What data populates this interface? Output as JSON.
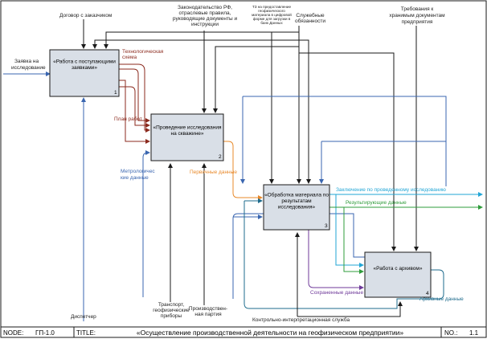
{
  "colors": {
    "box_fill": "#d9dfe7",
    "black": "#1a1a1a",
    "blue": "#3a66b0",
    "brown": "#8b2a1e",
    "orange": "#e8892a",
    "cyan": "#22a6d6",
    "green": "#2f9c3b",
    "purple": "#6f3a9a",
    "teal": "#1e6b8c"
  },
  "boxes": [
    {
      "lines": [
        "«Работа с поступающими",
        "заявками»"
      ],
      "num": "1"
    },
    {
      "lines": [
        "«Проведение исследования",
        "на скважине»"
      ],
      "num": "2"
    },
    {
      "lines": [
        "«Обработка материала по",
        "результатам",
        "исследования»"
      ],
      "num": "3"
    },
    {
      "lines": [
        "«Работа с архивом»"
      ],
      "num": "4"
    }
  ],
  "labels": {
    "zayavka": [
      "Заявка на",
      "исследование"
    ],
    "dogovor": "Договор с заказчиком",
    "zakon": [
      "Законодательство РФ,",
      "отраслевые правила,",
      "руководящие документы и",
      "инструкции"
    ],
    "tz": [
      "ТЗ на предоставление",
      "геофизического",
      "материала в цифровой",
      "форме для загрузки в",
      "банк Данных"
    ],
    "sluzh": [
      "Служебные",
      "обязанности"
    ],
    "treb": [
      "Требования к",
      "хранимым документам",
      "предприятия"
    ],
    "tech": [
      "Технологическая",
      "схема"
    ],
    "plan": "План работ",
    "metro": [
      "Метрологичес",
      "кие данные"
    ],
    "perv": "Первичные данные",
    "zakl": "Заключение по проведенному исследованию",
    "result": "Результирующие данные",
    "sohr": "Сохраненные данные",
    "arch": "Архивные данные",
    "dispatcher": "Диспетчер",
    "transport": [
      "Транспорт,",
      "геофизические",
      "приборы"
    ],
    "proizv": [
      "Производствен-",
      "ная партия"
    ],
    "kontrol": "Контрольно-интерпретационная служба"
  },
  "footer": {
    "node_label": "NODE:",
    "node_value": "ГП-1.0",
    "title_label": "TITLE:",
    "title_value": "«Осуществление производственной деятельности на геофизическом предприятии»",
    "no_label": "NO.:",
    "no_value": "1.1"
  }
}
